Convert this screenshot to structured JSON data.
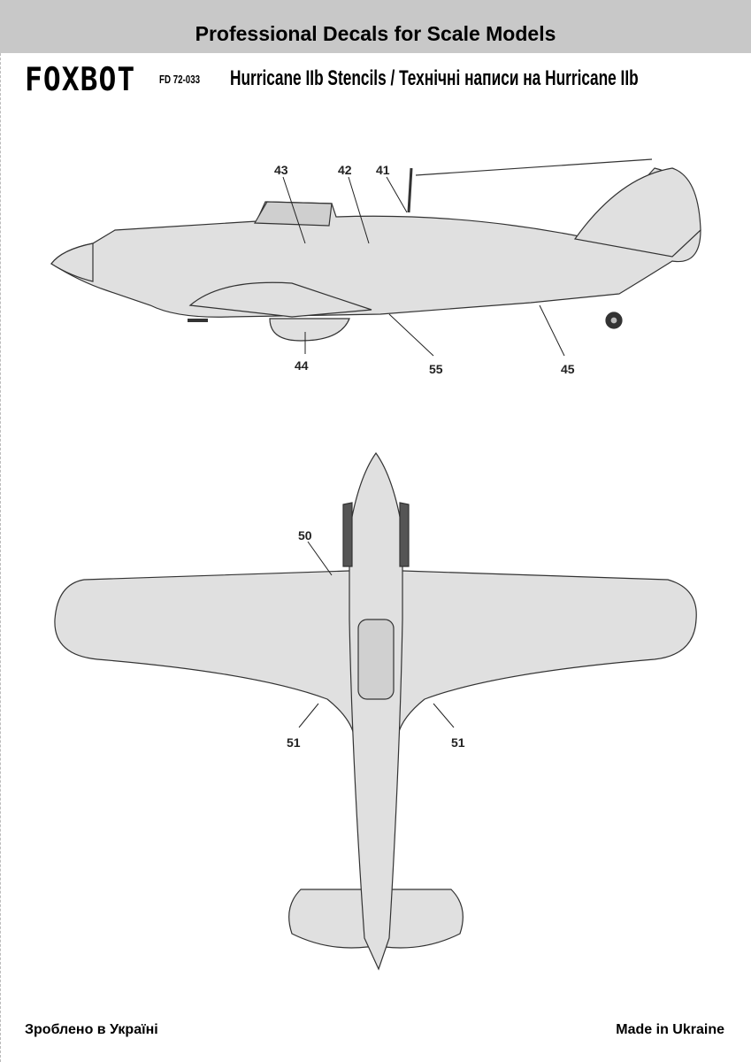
{
  "header": {
    "banner": "Professional Decals for Scale Models",
    "brand": "FOXBOT",
    "code": "FD 72-033",
    "title": "Hurricane IIb Stencils / Технічні написи на Hurricane IIb"
  },
  "side_view": {
    "callouts": [
      "43",
      "42",
      "41",
      "44",
      "55",
      "45"
    ]
  },
  "top_view": {
    "callouts": [
      "50",
      "51",
      "51"
    ]
  },
  "footer": {
    "left": "Зроблено в Україні",
    "right": "Made in Ukraine"
  },
  "colors": {
    "banner": "#c8c8c8",
    "aircraft": "#e0e0e0",
    "outline": "#333333"
  }
}
